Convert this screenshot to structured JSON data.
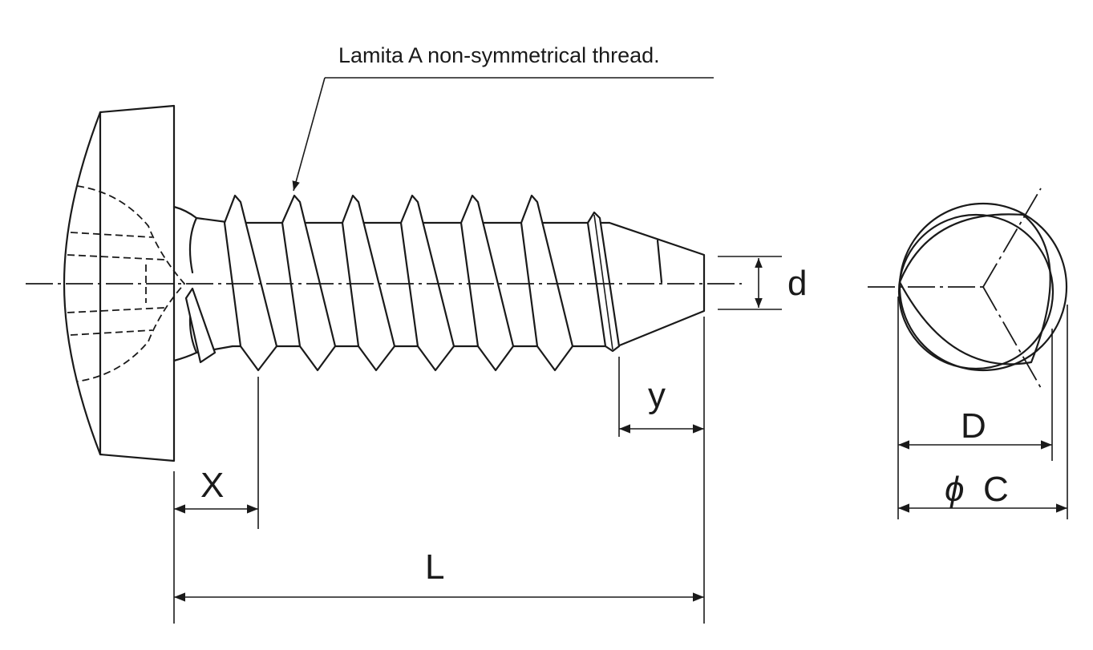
{
  "callout": {
    "text": "Lamita A non-symmetrical thread."
  },
  "dimensions": {
    "x": "X",
    "l": "L",
    "y": "y",
    "d": "d",
    "big_d": "D",
    "c_prefix": "ϕ",
    "c": "C"
  },
  "colors": {
    "ink": "#1a1a1a",
    "background": "#ffffff"
  }
}
